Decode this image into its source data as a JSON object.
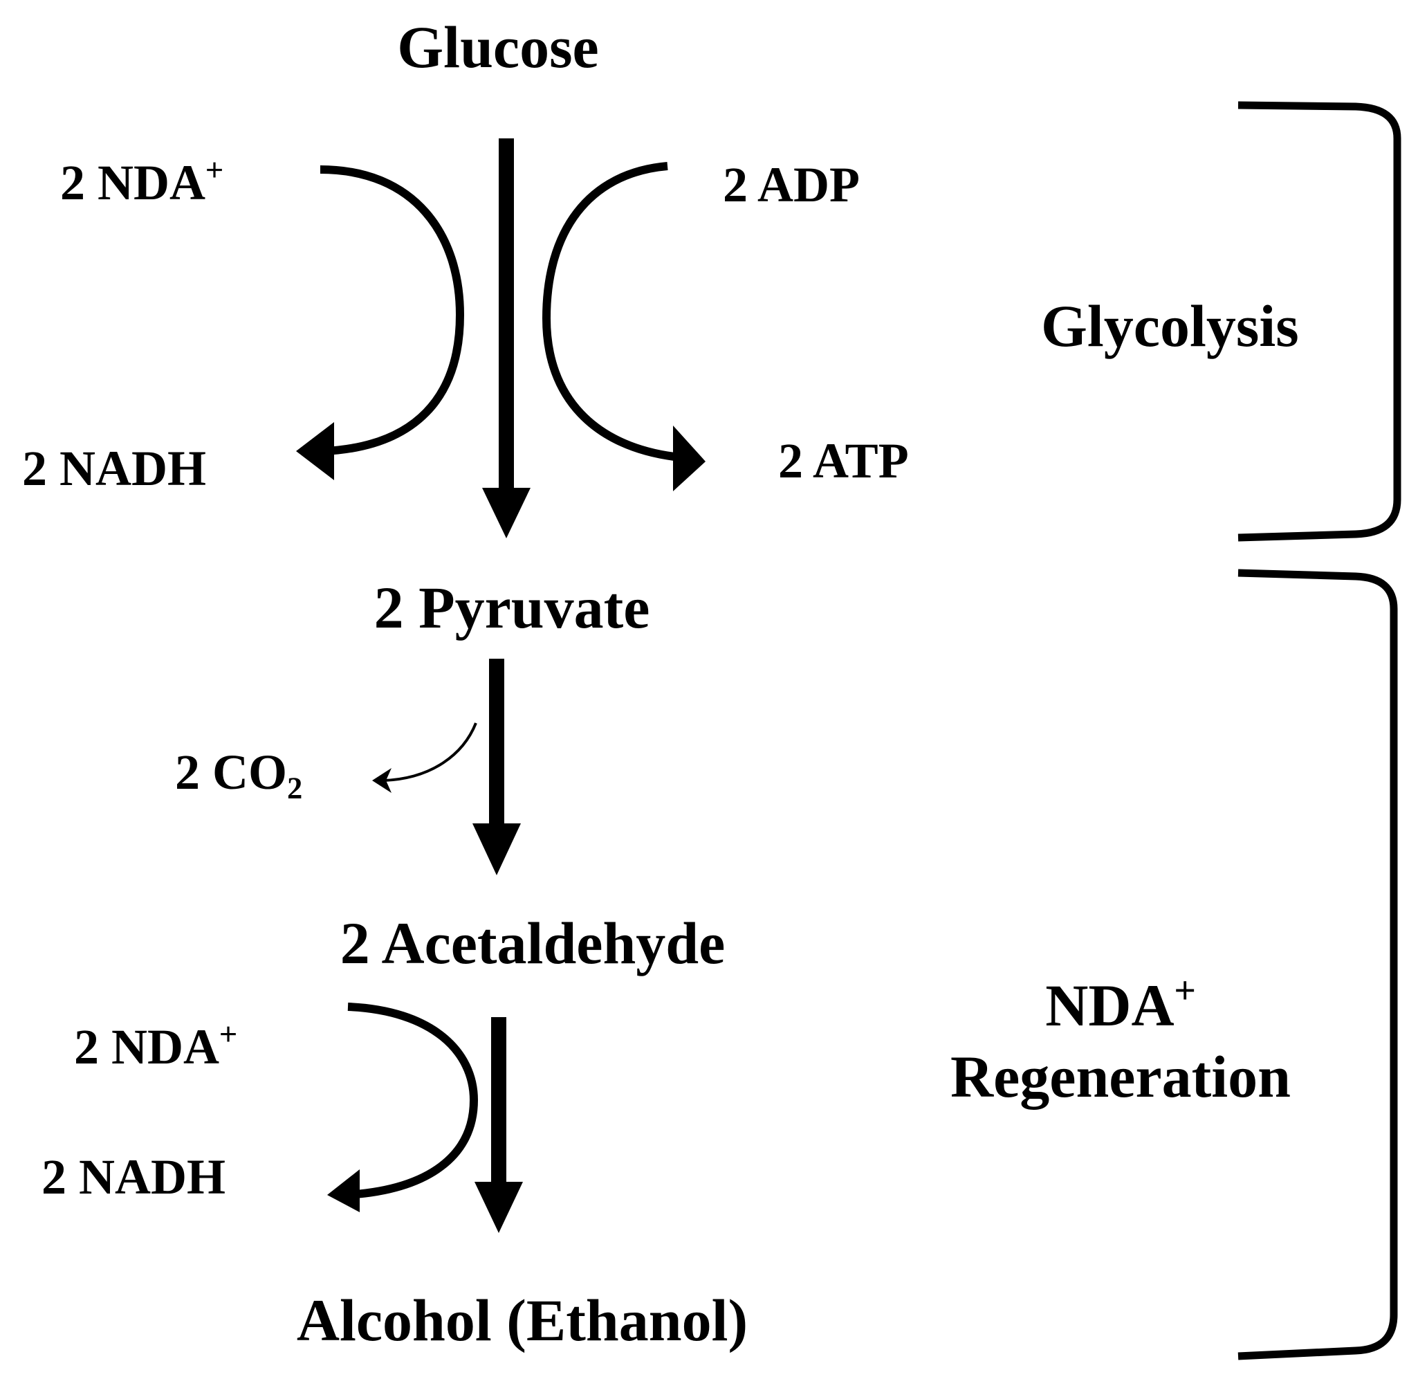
{
  "colors": {
    "ink": "#000000",
    "background": "#ffffff"
  },
  "compounds": {
    "glucose": "Glucose",
    "pyruvate": "2 Pyruvate",
    "acetaldehyde": "2 Acetaldehyde",
    "ethanol": "Alcohol (Ethanol)"
  },
  "glycolysis_side": {
    "nda_in": {
      "text": "2 NDA",
      "sup": "+"
    },
    "nadh_out": "2 NADH",
    "adp_in": "2 ADP",
    "atp_out": "2 ATP"
  },
  "decarboxylation": {
    "co2": {
      "text": "2 CO",
      "sub": "2"
    }
  },
  "reduction_side": {
    "nda_in": {
      "text": "2 NDA",
      "sup": "+"
    },
    "nadh_out": "2 NADH"
  },
  "phases": {
    "glycolysis": "Glycolysis",
    "regeneration": {
      "line1": "NDA",
      "line1_sup": "+",
      "line2": "Regeneration"
    }
  }
}
